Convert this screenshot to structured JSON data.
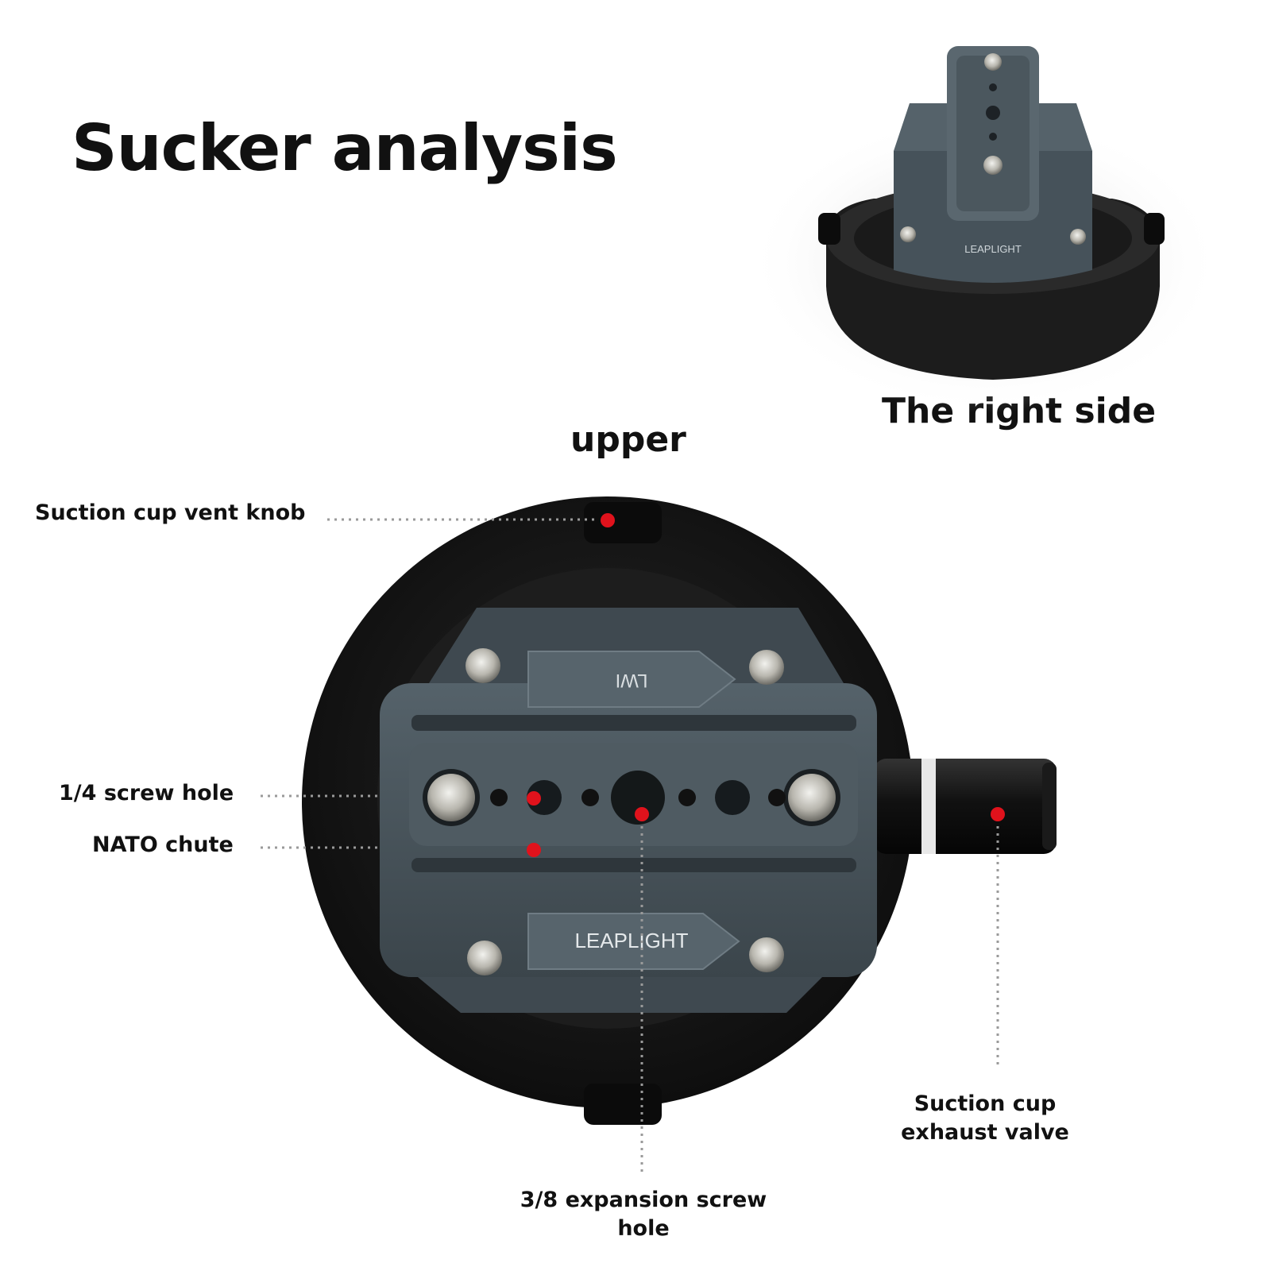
{
  "title": "Sucker analysis",
  "views": {
    "right_side_caption": "The right side",
    "upper_caption": "upper"
  },
  "callouts": {
    "vent_knob": "Suction cup vent knob",
    "screw_hole_quarter": "1/4 screw hole",
    "nato_chute": "NATO chute",
    "exhaust_valve": "Suction cup exhaust valve",
    "expansion_screw_hole": "3/8 expansion screw hole"
  },
  "product": {
    "brand_text": "LEAPLIGHT",
    "plate_text": "LWI"
  },
  "colors": {
    "cup": "#151515",
    "plate": "#4a555c",
    "marker": "#e0121c",
    "leader": "#9a9a9a"
  }
}
